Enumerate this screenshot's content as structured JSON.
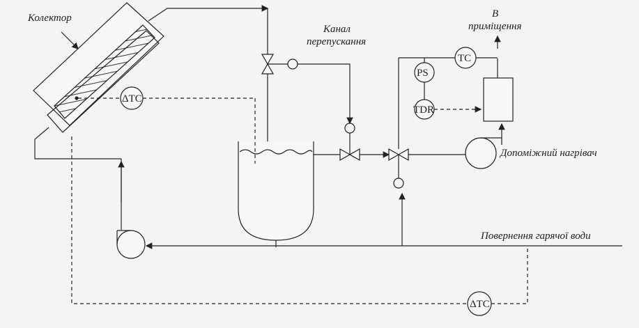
{
  "labels": {
    "collector": "Колектор",
    "bypass_line1": "Канал",
    "bypass_line2": "перепускання",
    "to_room_line1": "В",
    "to_room_line2": "приміщення",
    "aux_heater": "Допоміжний нагрівач",
    "hot_water_return": "Повернення гарячої води"
  },
  "instruments": {
    "dtc_collector": "ΔTC",
    "dtc_bottom": "ΔTC",
    "tc": "TC",
    "ps": "PS",
    "tdr": "TDR"
  }
}
